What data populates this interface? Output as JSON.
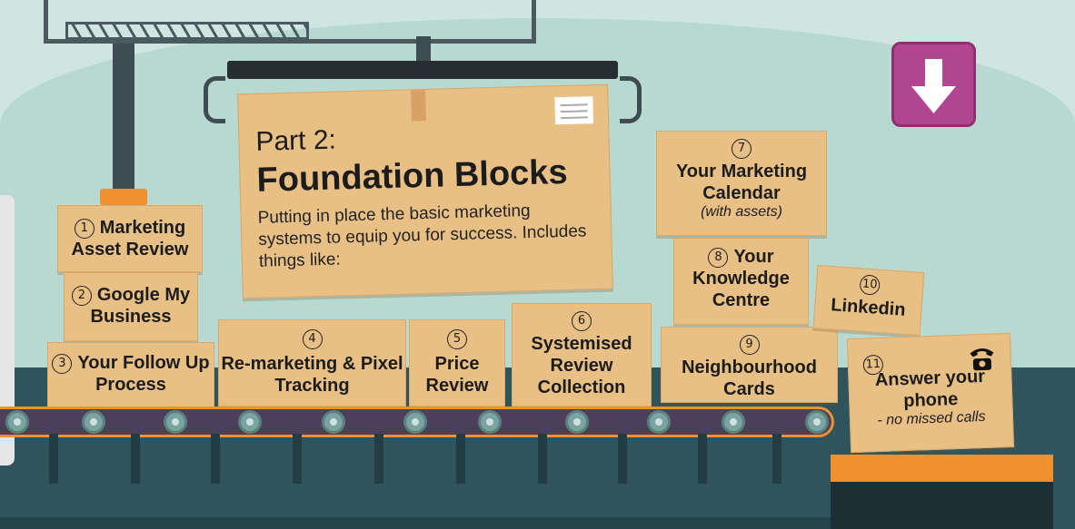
{
  "part": {
    "label": "Part 2:",
    "title": "Foundation Blocks",
    "description": "Putting in place the basic marketing systems to equip you for success. Includes things like:"
  },
  "items": [
    {
      "num": "1",
      "text": "Marketing Asset Review"
    },
    {
      "num": "2",
      "text": "Google My Business"
    },
    {
      "num": "3",
      "text": "Your Follow Up Process"
    },
    {
      "num": "4",
      "text": "Re-marketing & Pixel Tracking"
    },
    {
      "num": "5",
      "text": "Price Review"
    },
    {
      "num": "6",
      "text": "Systemised Review Collection"
    },
    {
      "num": "7",
      "text": "Your Marketing Calendar",
      "sub": "(with assets)"
    },
    {
      "num": "8",
      "text": "Your Knowledge Centre"
    },
    {
      "num": "9",
      "text": "Neighbourhood Cards"
    },
    {
      "num": "10",
      "text": "Linkedin"
    },
    {
      "num": "11",
      "text": "Answer your phone",
      "sub": "- no missed calls"
    }
  ],
  "icons": {
    "download": "down-arrow-icon",
    "phone": "telephone-icon",
    "paper": "paper-note-icon"
  },
  "colors": {
    "sky": "#cfe5df",
    "hill": "#b3d6cd",
    "floor": "#2e535b",
    "box": "#e8bf85",
    "download": "#b2458f",
    "orange": "#f0902f"
  }
}
